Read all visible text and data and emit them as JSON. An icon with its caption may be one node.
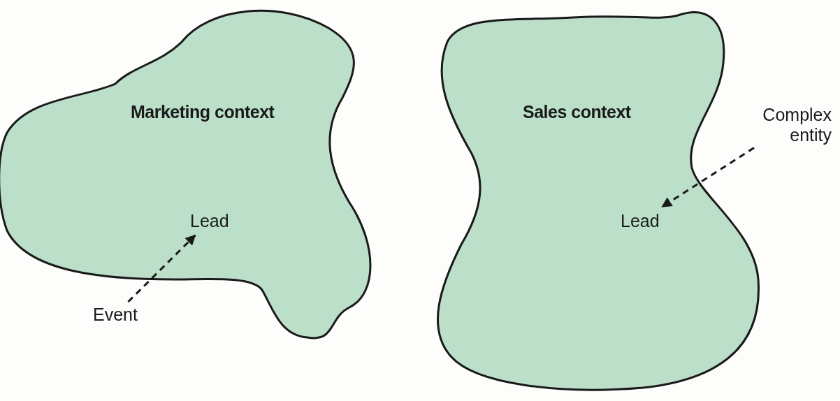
{
  "diagram": {
    "nodes": [
      {
        "text": [
          "Marketing context"
        ]
      },
      {
        "text": [
          "Lead"
        ],
        "in": 0
      },
      {
        "text": [
          "Event"
        ]
      },
      {
        "text": [
          "Sales context"
        ]
      },
      {
        "text": [
          "Lead"
        ],
        "in": 3
      },
      {
        "text": [
          "Complex entity"
        ]
      }
    ],
    "edges": [
      {
        "from": 2,
        "to": 1,
        "arrow": "to",
        "style": "dashed"
      },
      {
        "from": 5,
        "to": 4,
        "arrow": "to",
        "style": "dashed"
      }
    ]
  }
}
